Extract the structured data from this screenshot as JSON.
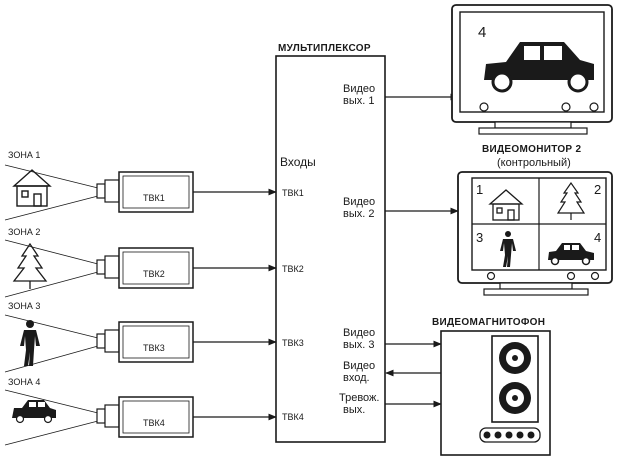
{
  "multiplexer": {
    "title": "МУЛЬТИПЛЕКСОР",
    "inputs_label": "Входы",
    "ports_in": [
      "ТВК1",
      "ТВК2",
      "ТВК3",
      "ТВК4"
    ],
    "out1": [
      "Видео",
      "вых. 1"
    ],
    "out2": [
      "Видео",
      "вых. 2"
    ],
    "out3": [
      "Видео",
      "вых. 3"
    ],
    "video_in": [
      "Видео",
      "вход."
    ],
    "alarm_out": [
      "Тревож.",
      "вых."
    ]
  },
  "zones": [
    {
      "label": "ЗОНА 1",
      "camera": "ТВК1",
      "object": "house-icon"
    },
    {
      "label": "ЗОНА 2",
      "camera": "ТВК2",
      "object": "tree-icon"
    },
    {
      "label": "ЗОНА 3",
      "camera": "ТВК3",
      "object": "person-icon"
    },
    {
      "label": "ЗОНА 4",
      "camera": "ТВК4",
      "object": "car-icon"
    }
  ],
  "monitor1": {
    "number": "4"
  },
  "monitor2": {
    "title": "ВИДЕОМОНИТОР 2",
    "subtitle": "(контрольный)",
    "quadrants": [
      "1",
      "2",
      "3",
      "4"
    ]
  },
  "vcr": {
    "title": "ВИДЕОМАГНИТОФОН"
  }
}
